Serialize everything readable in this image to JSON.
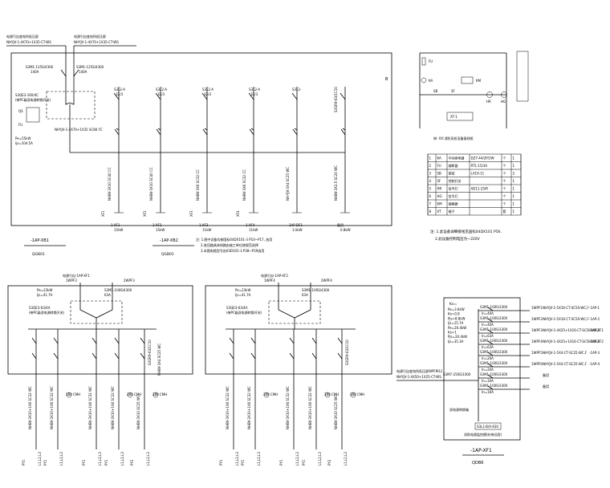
{
  "panel_top": {
    "in1_title": "电源引自变电所低压屏",
    "in1_cable": "NHYJV-1-4X70+1X35-CT-WS",
    "in2_title": "电源引自变电所低压屏",
    "in2_cable": "NHYJV-1-4X70+1X35-CT-WS",
    "in1_breaker": "S3M1-125S/4300",
    "in1_breaker_a": "140A",
    "in2_breaker": "S3M1-125S/4300",
    "in2_breaker_a": "140A",
    "ats": "S3QE3-160/4C",
    "ats_note": "(带PC级双电源转换开关)",
    "right_mark": "B",
    "rating": "Pe=55kW",
    "ijs": "Ijs=104.5A",
    "bus_cable": "NHYJV-1-4X70+1X35 SC80 FC",
    "feeders": [
      {
        "cb": "S3L2-A",
        "a": "32/3",
        "vert": "NHBV-3X10 SC40 CC",
        "code": "XF1",
        "load": "15kW",
        "name": "1-XF1"
      },
      {
        "cb": "S3L2-A",
        "a": "32/3",
        "vert": "NHBV-3X10 SC40 CC",
        "code": "XF2",
        "load": "15kW",
        "name": "1-XF2"
      },
      {
        "cb": "S3L2-A",
        "a": "32/3",
        "vert": "NHBV-3X6 SC32 CC",
        "code": "XF3",
        "load": "11kW",
        "name": "1-XF3"
      },
      {
        "cb": "S3L2-A",
        "a": "32/3",
        "vert": "NHBV-3X6 SC32 CC",
        "code": "XF4",
        "load": "11kW",
        "name": "1-XF4"
      },
      {
        "cb": "S3L2-",
        "a": "",
        "vert": "NH-YJV-3X4 SC25 WC",
        "code": "",
        "load": "3.0kW",
        "name": "1AP-DF1"
      },
      {
        "cb": "",
        "a": "",
        "vert": "NHBV-3X2.5 SC20 WC",
        "code": "",
        "load": "0.8kW",
        "name": "备用"
      }
    ],
    "spare_top": "S3GR9-63/1C10",
    "label_left": "-1AP-XB1",
    "label_left_sub": "QGB01",
    "label_mid": "-1AP-XB2",
    "label_mid_sub": "QGB01",
    "notes": [
      "注: 1.图中设备均按国标04DX101-3 P10~P17, 选用",
      "2.各回路具体线路由施工单位按规范选择",
      "3.本图电缆型号由03D101-3 P38~P39选用"
    ]
  },
  "control": {
    "fu": "FU",
    "ka": "KA",
    "sb1": "SB",
    "sb2": "SF",
    "km": "KM",
    "hr": "HR",
    "hg": "HG",
    "xt": "XT-1",
    "note1": "带: XX:消防风机设备接线框",
    "table": [
      [
        "1",
        "KA",
        "中间继电器",
        "DZ7-44/2P/3W",
        "个",
        "1"
      ],
      [
        "2",
        "FU",
        "熔断器",
        "RT1-15/3A",
        "个",
        "1"
      ],
      [
        "3",
        "SB",
        "按钮",
        "LA19-11",
        "个",
        "2"
      ],
      [
        "4",
        "SF",
        "控制开关",
        "",
        "个",
        "1"
      ],
      [
        "5",
        "HR",
        "信号灯",
        "AD11-25/R",
        "个",
        "1"
      ],
      [
        "6",
        "HG",
        "信号灯",
        "",
        "个",
        "1"
      ],
      [
        "7",
        "KM",
        "接触器",
        "",
        "个",
        "1"
      ],
      [
        "8",
        "XT",
        "端子",
        "",
        "套",
        "1"
      ]
    ],
    "foot1": "注: 1.此设备详细接线见国标04DX101 P56.",
    "foot2": "2.此设备控制电压为~220V"
  },
  "panel_a": {
    "in_title": "电源引自-1AP-XF1",
    "in_cable": "1WPF3",
    "in2_cable": "2WPF3",
    "rating": "Pe=23kW",
    "ijs": "Ijs=41.7A",
    "breaker1": "S3M1-100S/4300",
    "breaker1_a": "63A",
    "ats": "S3QE3-63/4A",
    "ats_note": "(带PC级双电源转换开关)",
    "spare": "S3GR9-63/1C10",
    "cable_right": "NHBV-3X4 SC25 WC",
    "circuits": [
      {
        "code": "PY1",
        "vert": "NHBV-3X10+1X6 SC32 WC",
        "motor": "280 CMH",
        "len": "L1,L2,L3"
      },
      {
        "code": "PY1",
        "vert": "NHBV-3X10+1X6 SC32 WC",
        "motor": "280 CMH",
        "len": "L1,L2,L3"
      },
      {
        "code": "PY2",
        "vert": "NHBV-3X10 SC25 WC",
        "motor": "280 CMH",
        "len": "L1,L2,L3"
      }
    ]
  },
  "panel_b": {
    "in_title": "电源引自-1AP-XF2",
    "in_cable": "1WPF4",
    "in2_cable": "2WPF4",
    "rating": "Pe=23kW",
    "ijs": "Ijs=41.7A",
    "breaker1": "S3M1-100S/4300",
    "breaker1_a": "63A",
    "ats": "S3QE3-63/4A",
    "ats_note": "(带PC级双电源转换开关)",
    "spare": "S3GR9-63/1C10",
    "circuits": [
      {
        "code": "PY1",
        "vert": "NHBV-3X10+1X6 SC32 WC",
        "motor": "280 CMH",
        "len": "L1,L2,L3"
      },
      {
        "code": "PY1",
        "vert": "NHBV-3X10+1X6 SC32 WC",
        "motor": "280 CMH",
        "len": "L1,L2,L3"
      },
      {
        "code": "PY2",
        "vert": "NHBV-3X10 SC25 WC",
        "motor": "280 CMH",
        "len": "L1,L2,L3"
      }
    ]
  },
  "panel_c": {
    "header": "Kx=",
    "params": [
      "Pe=3.6kW",
      "Kx=0.8",
      "Pjs=8.8kW",
      "Ijs=15.7A",
      "Pe=20.4kW",
      "Kx=1",
      "Pjs=20.4kW",
      "Ijs=35.3A"
    ],
    "left_title": "电源引自变电所低压屏WPFM12",
    "left_cable": "NHYJV-1-4X50+1X25-CT-WS",
    "main_breaker": "S3M7-250S/3300",
    "breaker_label": "S3M1-100S/3300",
    "rows": [
      {
        "id": "1WPF1",
        "desc": "NHYJV-1-5X16-CT-SC50-WC,F",
        "to": "-1AP-1"
      },
      {
        "id": "1WPF2",
        "desc": "NHYJV-1-5X16-CT-SC50-WC,F",
        "to": "-1AP-2"
      },
      {
        "id": "1WPF3",
        "desc": "NHYJV-1-4X25+1X16-CT-SC50-WC,F",
        "to": "-1AP-XF1"
      },
      {
        "id": "1WPF4",
        "desc": "NHYJV-1-4X25+1X16-CT-SC50-WC,F",
        "to": "-1AP-XF2"
      },
      {
        "id": "1WPF5",
        "desc": "NHYJV-1-5X4-CT-SC25-WC,F",
        "to": "-1AP-3"
      },
      {
        "id": "1WPF6",
        "desc": "NHYJV-1-5X4-CT-SC25-WC,F",
        "to": "-1AP-4"
      },
      {
        "id": "",
        "desc": "备用",
        "to": ""
      },
      {
        "id": "",
        "desc": "备用",
        "to": ""
      }
    ],
    "row_breaker_a": [
      "In=40A",
      "In=40A",
      "In=63A",
      "In=63A",
      "In=20A",
      "In=20A",
      "In=16A",
      "In=16A"
    ],
    "bottom_box": "S3L1-B/A-630",
    "bottom_note": "消防电源监控模块(带远程)",
    "label": "-1AP-XF1",
    "label_sub": "QDB6",
    "spare_left": "双电源转换箱"
  }
}
